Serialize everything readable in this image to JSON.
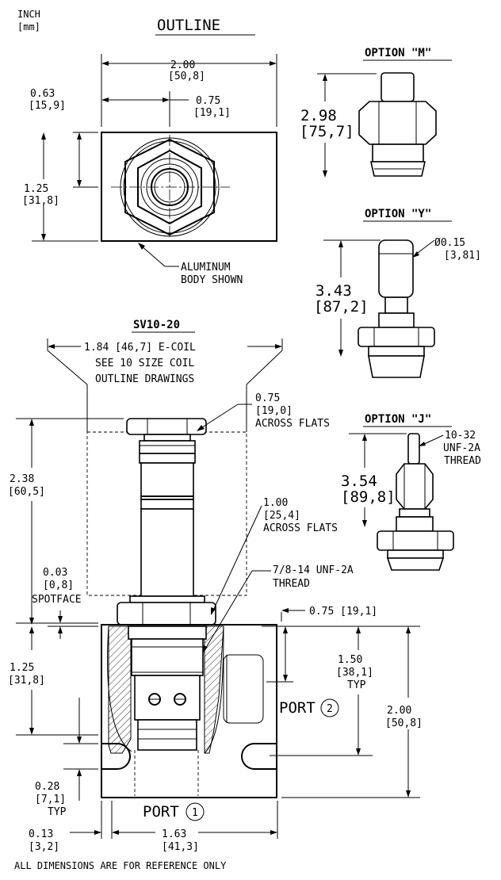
{
  "units": {
    "line1": "INCH",
    "line2": "[mm]"
  },
  "title": "OUTLINE",
  "top_view": {
    "width_in": "2.00",
    "width_mm": "[50,8]",
    "center_in": "0.75",
    "center_mm": "[19,1]",
    "offset_in": "0.63",
    "offset_mm": "[15,9]",
    "height_in": "1.25",
    "height_mm": "[31,8]",
    "note1": "ALUMINUM",
    "note2": "BODY SHOWN"
  },
  "option_m": {
    "title": "OPTION \"M\"",
    "len_in": "2.98",
    "len_mm": "[75,7]"
  },
  "option_y": {
    "title": "OPTION \"Y\"",
    "len_in": "3.43",
    "len_mm": "[87,2]",
    "dia": "Ø0.15",
    "dia_mm": "[3,81]"
  },
  "option_j": {
    "title": "OPTION \"J\"",
    "len_in": "3.54",
    "len_mm": "[89,8]",
    "thread1": "10-32",
    "thread2": "UNF-2A",
    "thread3": "THREAD"
  },
  "side_view": {
    "title": "SV10-20",
    "coil1": "1.84 [46,7] E-COIL",
    "coil2": "SEE 10 SIZE COIL",
    "coil3": "OUTLINE DRAWINGS",
    "flats1_in": "0.75",
    "flats1_mm": "[19,0]",
    "flats1_note": "ACROSS FLATS",
    "flats2_in": "1.00",
    "flats2_mm": "[25,4]",
    "flats2_note": "ACROSS FLATS",
    "thread1": "7/8-14 UNF-2A",
    "thread2": "THREAD",
    "height_in": "2.38",
    "height_mm": "[60,5]",
    "spot_in": "0.03",
    "spot_mm": "[0,8]",
    "spot_note": "SPOTFACE",
    "port2_dist": "0.75 [19,1]",
    "depth_in": "1.25",
    "depth_mm": "[31,8]",
    "port_in": "1.50",
    "port_mm": "[38,1]",
    "port_typ": "TYP",
    "body_in": "2.00",
    "body_mm": "[50,8]",
    "port2": "PORT",
    "port2_num": "2",
    "port1": "PORT",
    "port1_num": "1",
    "slot_in": "0.28",
    "slot_mm": "[7,1]",
    "slot_typ": "TYP",
    "edge_in": "0.13",
    "edge_mm": "[3,2]",
    "mount_in": "1.63",
    "mount_mm": "[41,3]"
  },
  "footer": "ALL DIMENSIONS ARE FOR REFERENCE ONLY"
}
